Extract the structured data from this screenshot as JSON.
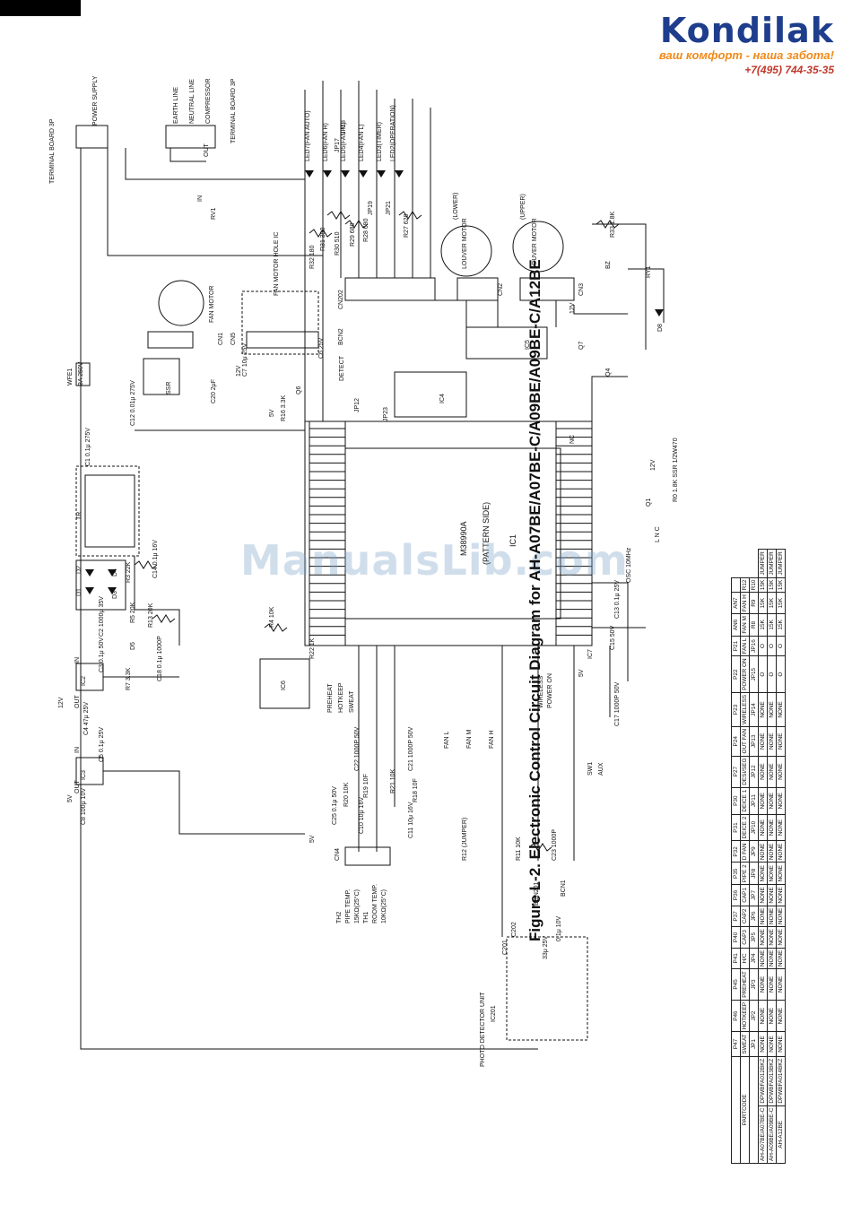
{
  "brand": {
    "name": "Kondilak",
    "tagline": "ваш комфорт - наша забота!",
    "phone": "+7(495) 744-35-35"
  },
  "watermark": "ManualsLib.com",
  "caption": "Figure L-2. Electronic Control Circuit Diagram for AH-A07BE/A07BE-C/A09BE/A09BE-C/A12BE",
  "colors": {
    "brand_blue": "#1e3d8c",
    "brand_orange": "#f08a1a",
    "brand_red": "#c0392b",
    "ink": "#111111"
  },
  "labels": {
    "terminal_board_3p": "TERMINAL BOARD 3P",
    "power_supply": "POWER SUPPLY",
    "earth_line": "EARTH LINE",
    "neutral_line": "NEUTRAL LINE",
    "compressor": "COMPRESSOR",
    "terminal_board_3p_b": "TERMINAL BOARD 3P",
    "fan_motor": "FAN MOTOR",
    "fan_motor_hole_ic": "FAN MOTOR HOLE IC",
    "louver_motor_lower": "LOUVER MOTOR",
    "louver_motor_upper": "LOUVER MOTOR",
    "lower": "(LOWER)",
    "upper": "(UPPER)",
    "ic1": "IC1",
    "ic1_part": "M38990A",
    "pattern_side": "(PATTERN SIDE)",
    "ic4": "IC4",
    "ic5": "IC5",
    "ic6": "IC6",
    "ic7": "IC7",
    "ic2": "IC2",
    "ic3": "IC3",
    "tr": "TR",
    "rv1": "RV1",
    "ry1": "RY1",
    "bz": "BZ",
    "fuse": "WFE1",
    "fuse_rating": "3A 250V",
    "photo_detector": "PHOTO DETECTOR UNIT",
    "ic201": "IC201",
    "pipe_temp": "PIPE TEMP.",
    "room_temp": "ROOM TEMP.",
    "th2": "TH2",
    "th1": "TH1",
    "th2_val": "15KΩ(25°C)",
    "th1_val": "10KΩ(25°C)",
    "cn4": "CN4",
    "cn5": "CN5",
    "cn6": "CN6",
    "cn1": "CN1",
    "cn202": "CN202",
    "bcn2": "BCN2",
    "cn2": "CN2",
    "cn3": "CN3",
    "led7": "LED7(FAN AUTO)",
    "led6": "LED6(FAN H)",
    "led5": "LED5(FAN M)",
    "led4": "LED4(FAN L)",
    "led3": "LED3(TIMER)",
    "led2": "LED2(OPERATION)",
    "jp17": "JP17",
    "jp18": "JP18",
    "jp19": "JP19",
    "jp21": "JP21",
    "r32": "R32 180",
    "r31": "R31 390",
    "r30": "R30 510",
    "r29": "R29 680",
    "r28": "R28 680",
    "r27": "R27 620",
    "r33": "R33 1.8K",
    "ssr": "SSR",
    "c12": "C12 0.01μ 275V",
    "c1": "C1 0.1μ 275V",
    "c20": "C20 2μF",
    "c7": "C7 10μ 25V",
    "c6": "C6 25V",
    "q6": "Q6",
    "r16": "R16 3.3K",
    "detect": "DETECT",
    "jp12": "JP12",
    "jp23": "JP23",
    "v12": "12V",
    "v5": "5V",
    "preheat": "PREHEAT",
    "hotkeep": "HOTKEEP",
    "sweat": "SWEAT",
    "fan_l": "FAN L",
    "fan_m": "FAN M",
    "fan_h": "FAN H",
    "wireless": "WIRELESS",
    "power_on": "POWER ON",
    "sw1": "SW1",
    "aux": "AUX",
    "r12": "R12 (JUMPER)",
    "r11": "R11 10K",
    "c23": "C23 1000P",
    "c17": "C17 1000P 50V",
    "c8": "C8 100μ 10V",
    "c4": "C4 47μ 25V",
    "c5": "C5 0.1μ 25V",
    "c3": "C3 0.1μ 50V",
    "c2": "C2 1000μ 35V",
    "d5": "D5",
    "r7": "R7 3.3K",
    "c18": "C18 0.1μ 1000P",
    "r13": "R13 20K",
    "r5": "R5 20K",
    "r3": "R3 22K",
    "c14": "C14 0.1μ 16V",
    "d1": "D1",
    "d2": "D2",
    "d3": "D3",
    "d4": "D4",
    "osc": "OSC 10MHz",
    "c13": "C13 0.1μ 25V",
    "c15": "C15 50V",
    "q1": "Q1",
    "q4": "Q4",
    "q7": "Q7",
    "d8": "D8",
    "r4": "R4 10K",
    "r22": "R22 1K",
    "c25": "C25 0.1μ 50V",
    "c22": "C22 1000P 50V",
    "c21": "C21 1000P 50V",
    "c10": "C10 10μ 16V",
    "c11": "C11 10μ 16V",
    "r20": "R20 10K",
    "r21": "R21 10K",
    "r19": "R19 10F",
    "r18": "R18 10F",
    "bcn201": "BCN201",
    "bcn1": "BCN1",
    "c201": "C201",
    "c202": "C202",
    "c201v": "33μ 25V",
    "c202v": "0.1μ 10V",
    "r0": "R0 1.8K SSR 1/2W470",
    "nc": "NC",
    "lenc": "L N C",
    "in": "IN",
    "out": "OUT"
  },
  "table": {
    "header_top": [
      "",
      "P47",
      "P46",
      "P45",
      "P41",
      "P40",
      "P37",
      "P36",
      "P35",
      "P32",
      "P31",
      "P30",
      "P27",
      "P24",
      "P23",
      "P22",
      "P21",
      "AN6",
      "AN7",
      ""
    ],
    "header_func": [
      "PARTCODE",
      "SWEAT",
      "HOTKEEP",
      "PREHEAT",
      "H/C",
      "CAP3",
      "CAP2",
      "CAP1",
      "PIPE 2",
      "D FAN",
      "DEICE 2",
      "DEICE 1",
      "DESI/SEG",
      "OUT FAN",
      "WIRELESS",
      "POWER ON",
      "FAN L",
      "FAN M",
      "FAN H",
      "R12"
    ],
    "header_jp": [
      "",
      "JP1",
      "JP2",
      "JP3",
      "JP4",
      "JP5",
      "JP6",
      "JP7",
      "JP8",
      "JP9",
      "JP10",
      "JP11",
      "JP12",
      "JP13",
      "JP14",
      "JP15",
      "JP16",
      "R8",
      "R9",
      "R10"
    ],
    "rows": [
      {
        "model": "AH-A07BE/A07BE-C",
        "part": "DPWBFA012BKZ",
        "cells": [
          "NONE",
          "NONE",
          "NONE",
          "NONE",
          "NONE",
          "NONE",
          "NONE",
          "NONE",
          "NONE",
          "NONE",
          "NONE",
          "NONE",
          "NONE",
          "NONE",
          "O",
          "O",
          "15K",
          "15K",
          "15K",
          "JUMPER"
        ]
      },
      {
        "model": "AH-A09BE/A09BE-C",
        "part": "DPWBFA013BKZ",
        "cells": [
          "NONE",
          "NONE",
          "NONE",
          "NONE",
          "NONE",
          "NONE",
          "NONE",
          "NONE",
          "NONE",
          "NONE",
          "NONE",
          "NONE",
          "NONE",
          "NONE",
          "O",
          "O",
          "15K",
          "15K",
          "15K",
          "JUMPER"
        ]
      },
      {
        "model": "AH-A12BE",
        "part": "DPWBFA014BKZ",
        "cells": [
          "NONE",
          "NONE",
          "NONE",
          "NONE",
          "NONE",
          "NONE",
          "NONE",
          "NONE",
          "NONE",
          "NONE",
          "NONE",
          "NONE",
          "NONE",
          "NONE",
          "O",
          "O",
          "15K",
          "15K",
          "15K",
          "JUMPER"
        ]
      }
    ]
  }
}
